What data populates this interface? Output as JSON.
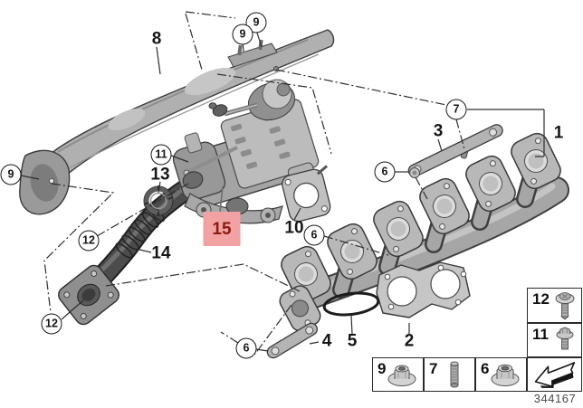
{
  "diagram": {
    "id_number": "344167",
    "highlight_color": "#f2a2a2",
    "highlight_text_color": "#8c1a12"
  },
  "callouts": [
    {
      "label": "9",
      "shape": "circle"
    },
    {
      "label": "9",
      "shape": "circle"
    },
    {
      "label": "8",
      "shape": "plain"
    },
    {
      "label": "7",
      "shape": "circle"
    },
    {
      "label": "3",
      "shape": "plain"
    },
    {
      "label": "1",
      "shape": "plain"
    },
    {
      "label": "11",
      "shape": "circle"
    },
    {
      "label": "6",
      "shape": "circle"
    },
    {
      "label": "9",
      "shape": "circle"
    },
    {
      "label": "13",
      "shape": "plain"
    },
    {
      "label": "10",
      "shape": "plain"
    },
    {
      "label": "12",
      "shape": "circle"
    },
    {
      "label": "6",
      "shape": "circle"
    },
    {
      "label": "15",
      "shape": "highlight-box"
    },
    {
      "label": "14",
      "shape": "plain"
    },
    {
      "label": "12",
      "shape": "circle"
    },
    {
      "label": "6",
      "shape": "circle"
    },
    {
      "label": "4",
      "shape": "plain"
    },
    {
      "label": "5",
      "shape": "plain"
    },
    {
      "label": "2",
      "shape": "plain"
    }
  ],
  "legend": {
    "side_boxes": [
      {
        "label": "12",
        "icon": "flange-bolt-icon"
      },
      {
        "label": "11",
        "icon": "flange-bolt-icon"
      },
      {
        "label": "",
        "icon": "direction-arrow-icon"
      }
    ],
    "bottom_boxes": [
      {
        "label": "9",
        "icon": "flange-nut-icon"
      },
      {
        "label": "7",
        "icon": "stud-icon"
      },
      {
        "label": "6",
        "icon": "flange-nut-icon"
      }
    ]
  }
}
